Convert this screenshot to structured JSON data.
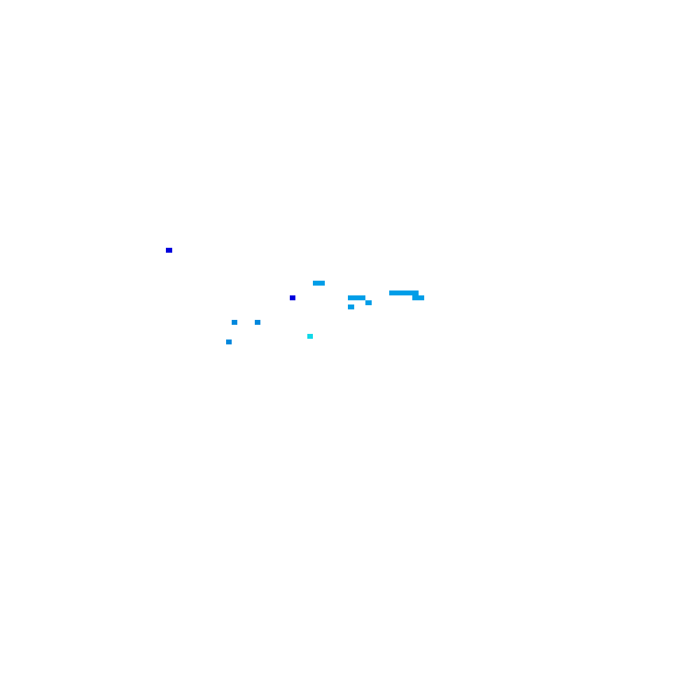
{
  "canvas": {
    "background": "#ffffff"
  },
  "colors": {
    "deep_blue": "#0000dd",
    "sky_blue": "#009ee8",
    "medium_blue": "#0088dd",
    "cyan": "#10d8e8"
  },
  "marks": [
    {
      "name": "mark-deep-blue-1",
      "color": "deep_blue"
    },
    {
      "name": "mark-sky-blue-1",
      "color": "sky_blue"
    },
    {
      "name": "mark-deep-blue-2",
      "color": "deep_blue"
    },
    {
      "name": "mark-sky-blue-2",
      "color": "sky_blue"
    },
    {
      "name": "mark-sky-blue-3",
      "color": "sky_blue"
    },
    {
      "name": "mark-sky-blue-4",
      "color": "sky_blue"
    },
    {
      "name": "mark-sky-blue-5",
      "color": "sky_blue"
    },
    {
      "name": "mark-sky-blue-6",
      "color": "sky_blue"
    },
    {
      "name": "mark-medium-blue-1",
      "color": "medium_blue"
    },
    {
      "name": "mark-medium-blue-2",
      "color": "medium_blue"
    },
    {
      "name": "mark-medium-blue-3",
      "color": "medium_blue"
    },
    {
      "name": "mark-cyan-1",
      "color": "cyan"
    }
  ]
}
